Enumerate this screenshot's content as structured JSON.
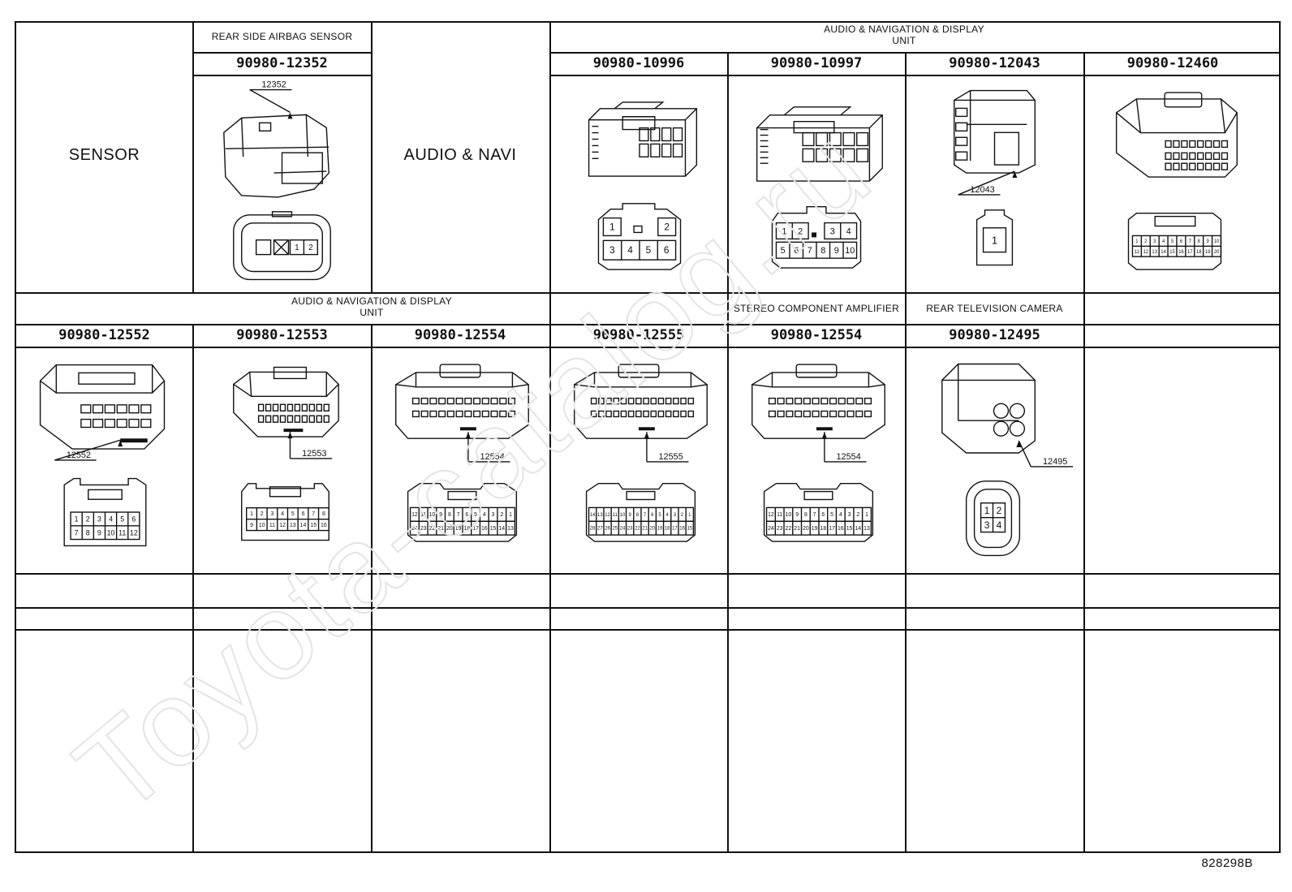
{
  "watermark": "Toyota-catalog.ru",
  "document_id": "828298B",
  "row1": {
    "sensor_label": "SENSOR",
    "rear_side_airbag": {
      "title": "REAR SIDE AIRBAG SENSOR",
      "part": "90980-12352",
      "callout": "12352",
      "pins": [
        "1",
        "2"
      ]
    },
    "audio_navi_label": "AUDIO & NAVI",
    "av_display_title": "AUDIO & NAVIGATION & DISPLAY UNIT",
    "av_display_title_l1": "AUDIO & NAVIGATION & DISPLAY",
    "av_display_title_l2": "UNIT",
    "parts": [
      {
        "part": "90980-10996",
        "pins": [
          "1",
          "2",
          "3",
          "4",
          "5",
          "6"
        ]
      },
      {
        "part": "90980-10997",
        "pins": [
          "1",
          "2",
          "3",
          "4",
          "5",
          "6",
          "7",
          "8",
          "9",
          "10"
        ]
      },
      {
        "part": "90980-12043",
        "callout": "12043",
        "pins": [
          "1"
        ]
      },
      {
        "part": "90980-12460",
        "pins_top": [
          "1",
          "2",
          "3",
          "4",
          "5",
          "6",
          "7",
          "8",
          "9",
          "10"
        ],
        "pins_bottom": [
          "11",
          "12",
          "13",
          "14",
          "15",
          "16",
          "17",
          "18",
          "19",
          "20"
        ]
      }
    ]
  },
  "row2": {
    "av_display_title_l1": "AUDIO & NAVIGATION & DISPLAY",
    "av_display_title_l2": "UNIT",
    "stereo_title": "STEREO COMPONENT AMPLIFIER",
    "camera_title": "REAR TELEVISION CAMERA",
    "parts": [
      {
        "part": "90980-12552",
        "callout": "12552",
        "pins_top": [
          "1",
          "2",
          "3",
          "4",
          "5",
          "6"
        ],
        "pins_bottom": [
          "7",
          "8",
          "9",
          "10",
          "11",
          "12"
        ]
      },
      {
        "part": "90980-12553",
        "callout": "12553",
        "pins_top": [
          "1",
          "2",
          "3",
          "4",
          "5",
          "6",
          "7",
          "8"
        ],
        "pins_bottom": [
          "9",
          "10",
          "11",
          "12",
          "13",
          "14",
          "15",
          "16"
        ]
      },
      {
        "part": "90980-12554",
        "callout": "12554",
        "pins_top": [
          "12",
          "11",
          "10",
          "9",
          "8",
          "7",
          "6",
          "5",
          "4",
          "3",
          "2",
          "1"
        ],
        "pins_bottom": [
          "24",
          "23",
          "22",
          "21",
          "20",
          "19",
          "18",
          "17",
          "16",
          "15",
          "14",
          "13"
        ]
      },
      {
        "part": "90980-12555",
        "callout": "12555",
        "pins_top": [
          "14",
          "13",
          "12",
          "11",
          "10",
          "9",
          "8",
          "7",
          "6",
          "5",
          "4",
          "3",
          "2",
          "1"
        ],
        "pins_bottom": [
          "28",
          "27",
          "26",
          "25",
          "24",
          "23",
          "22",
          "21",
          "20",
          "19",
          "18",
          "17",
          "16",
          "15"
        ]
      },
      {
        "part": "90980-12554",
        "callout": "12554",
        "pins_top": [
          "12",
          "11",
          "10",
          "9",
          "8",
          "7",
          "6",
          "5",
          "4",
          "3",
          "2",
          "1"
        ],
        "pins_bottom": [
          "24",
          "23",
          "22",
          "21",
          "20",
          "19",
          "18",
          "17",
          "16",
          "15",
          "14",
          "13"
        ]
      },
      {
        "part": "90980-12495",
        "callout": "12495",
        "pins": [
          "1",
          "2",
          "3",
          "4"
        ]
      }
    ]
  }
}
